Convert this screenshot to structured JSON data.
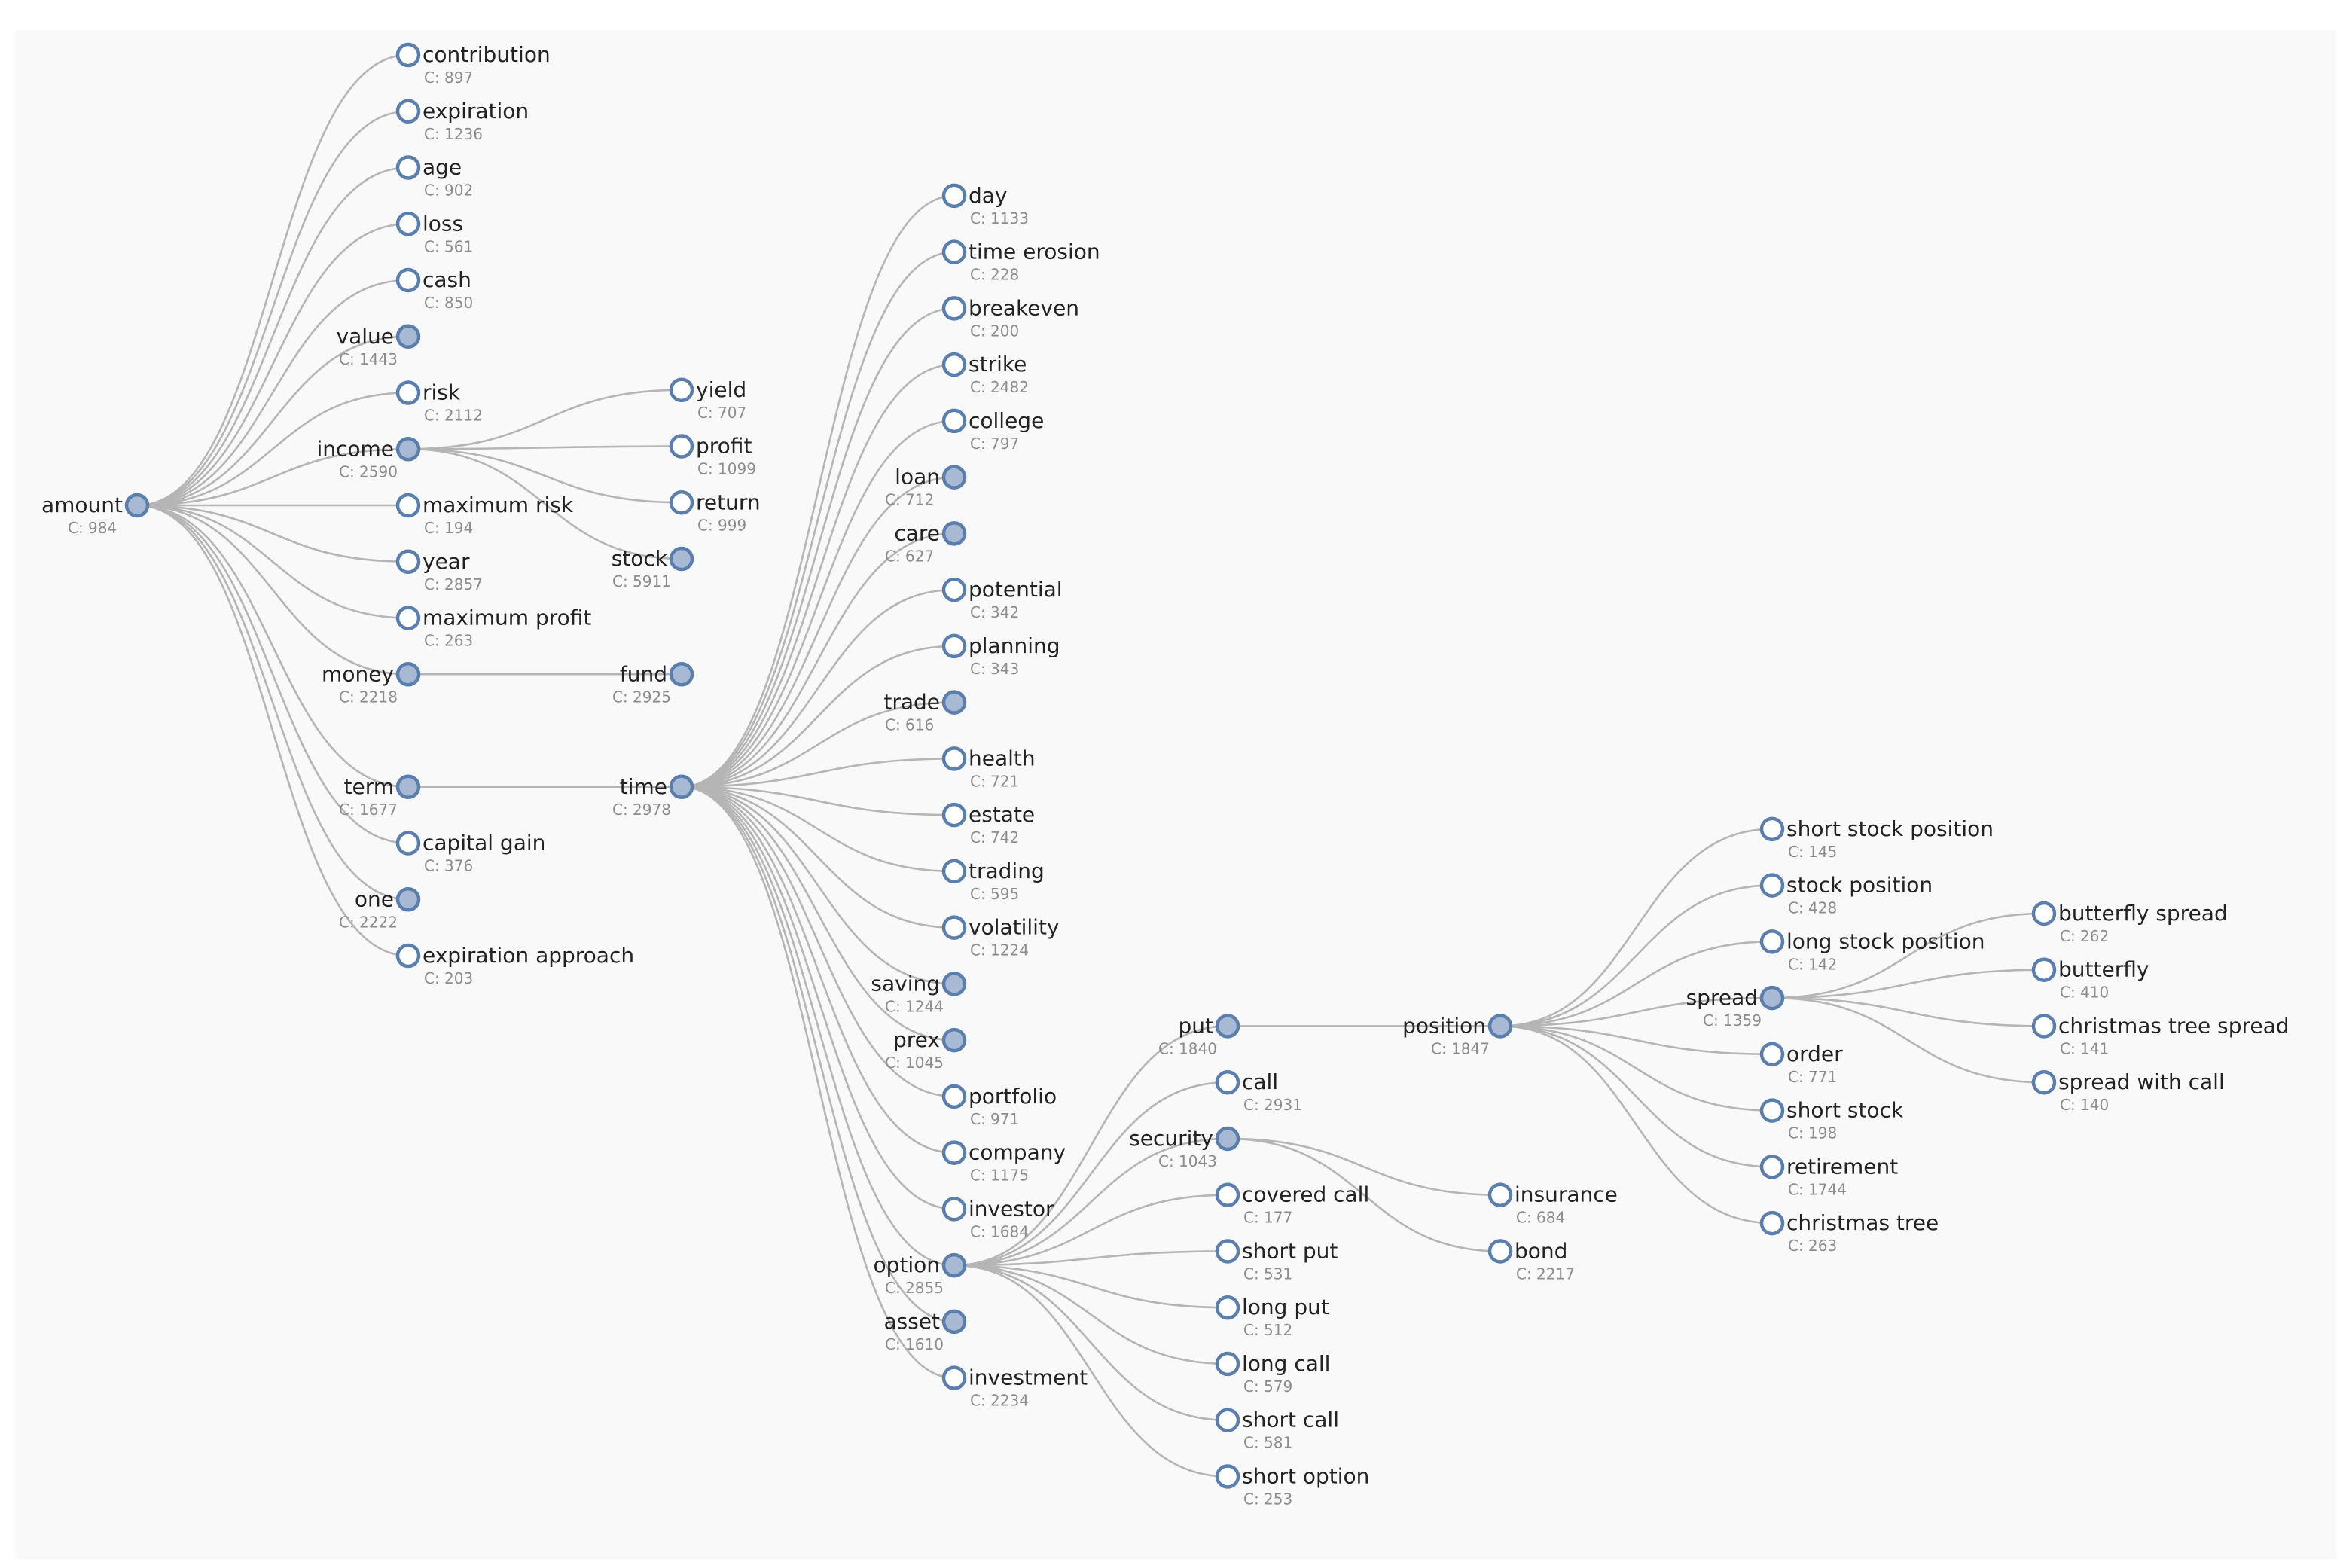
{
  "colors": {
    "panel": "#f9f9f9",
    "link": "#b5b5b5",
    "node_stroke": "#5a7fae",
    "node_fill_collapsed": "#a8b9d3",
    "node_fill_open": "#ffffff"
  },
  "tree": {
    "label": "amount",
    "count": "C: 984",
    "collapsed": true,
    "children": [
      {
        "label": "contribution",
        "count": "C: 897"
      },
      {
        "label": "expiration",
        "count": "C: 1236"
      },
      {
        "label": "age",
        "count": "C: 902"
      },
      {
        "label": "loss",
        "count": "C: 561"
      },
      {
        "label": "cash",
        "count": "C: 850"
      },
      {
        "label": "value",
        "count": "C: 1443",
        "collapsed": true
      },
      {
        "label": "risk",
        "count": "C: 2112"
      },
      {
        "label": "income",
        "count": "C: 2590",
        "collapsed": true,
        "children": [
          {
            "label": "yield",
            "count": "C: 707"
          },
          {
            "label": "profit",
            "count": "C: 1099"
          },
          {
            "label": "return",
            "count": "C: 999"
          },
          {
            "label": "stock",
            "count": "C: 5911",
            "collapsed": true
          }
        ]
      },
      {
        "label": "maximum risk",
        "count": "C: 194"
      },
      {
        "label": "year",
        "count": "C: 2857"
      },
      {
        "label": "maximum profit",
        "count": "C: 263"
      },
      {
        "label": "money",
        "count": "C: 2218",
        "collapsed": true,
        "children": [
          {
            "label": "fund",
            "count": "C: 2925",
            "collapsed": true
          }
        ]
      },
      {
        "label": "term",
        "count": "C: 1677",
        "collapsed": true,
        "children": [
          {
            "label": "time",
            "count": "C: 2978",
            "collapsed": true,
            "children": [
              {
                "label": "day",
                "count": "C: 1133"
              },
              {
                "label": "time erosion",
                "count": "C: 228"
              },
              {
                "label": "breakeven",
                "count": "C: 200"
              },
              {
                "label": "strike",
                "count": "C: 2482"
              },
              {
                "label": "college",
                "count": "C: 797"
              },
              {
                "label": "loan",
                "count": "C: 712",
                "collapsed": true
              },
              {
                "label": "care",
                "count": "C: 627",
                "collapsed": true
              },
              {
                "label": "potential",
                "count": "C: 342"
              },
              {
                "label": "planning",
                "count": "C: 343"
              },
              {
                "label": "trade",
                "count": "C: 616",
                "collapsed": true
              },
              {
                "label": "health",
                "count": "C: 721"
              },
              {
                "label": "estate",
                "count": "C: 742"
              },
              {
                "label": "trading",
                "count": "C: 595"
              },
              {
                "label": "volatility",
                "count": "C: 1224"
              },
              {
                "label": "saving",
                "count": "C: 1244",
                "collapsed": true
              },
              {
                "label": "prex",
                "count": "C: 1045",
                "collapsed": true
              },
              {
                "label": "portfolio",
                "count": "C: 971"
              },
              {
                "label": "company",
                "count": "C: 1175"
              },
              {
                "label": "investor",
                "count": "C: 1684"
              },
              {
                "label": "option",
                "count": "C: 2855",
                "collapsed": true,
                "children": [
                  {
                    "label": "put",
                    "count": "C: 1840",
                    "collapsed": true,
                    "children": [
                      {
                        "label": "position",
                        "count": "C: 1847",
                        "collapsed": true,
                        "children": [
                          {
                            "label": "short stock position",
                            "count": "C: 145"
                          },
                          {
                            "label": "stock position",
                            "count": "C: 428"
                          },
                          {
                            "label": "long stock position",
                            "count": "C: 142"
                          },
                          {
                            "label": "spread",
                            "count": "C: 1359",
                            "collapsed": true,
                            "children": [
                              {
                                "label": "butterfly spread",
                                "count": "C: 262"
                              },
                              {
                                "label": "butterfly",
                                "count": "C: 410"
                              },
                              {
                                "label": "christmas tree spread",
                                "count": "C: 141"
                              },
                              {
                                "label": "spread with call",
                                "count": "C: 140"
                              }
                            ]
                          },
                          {
                            "label": "order",
                            "count": "C: 771"
                          },
                          {
                            "label": "short stock",
                            "count": "C: 198"
                          },
                          {
                            "label": "retirement",
                            "count": "C: 1744"
                          },
                          {
                            "label": "christmas tree",
                            "count": "C: 263"
                          }
                        ]
                      }
                    ]
                  },
                  {
                    "label": "call",
                    "count": "C: 2931"
                  },
                  {
                    "label": "security",
                    "count": "C: 1043",
                    "collapsed": true,
                    "children": [
                      {
                        "label": "insurance",
                        "count": "C: 684"
                      },
                      {
                        "label": "bond",
                        "count": "C: 2217"
                      }
                    ]
                  },
                  {
                    "label": "covered call",
                    "count": "C: 177"
                  },
                  {
                    "label": "short put",
                    "count": "C: 531"
                  },
                  {
                    "label": "long put",
                    "count": "C: 512"
                  },
                  {
                    "label": "long call",
                    "count": "C: 579"
                  },
                  {
                    "label": "short call",
                    "count": "C: 581"
                  },
                  {
                    "label": "short option",
                    "count": "C: 253"
                  }
                ]
              },
              {
                "label": "asset",
                "count": "C: 1610",
                "collapsed": true
              },
              {
                "label": "investment",
                "count": "C: 2234"
              }
            ]
          }
        ]
      },
      {
        "label": "capital gain",
        "count": "C: 376"
      },
      {
        "label": "one",
        "count": "C: 2222",
        "collapsed": true
      },
      {
        "label": "expiration approach",
        "count": "C: 203"
      }
    ]
  }
}
